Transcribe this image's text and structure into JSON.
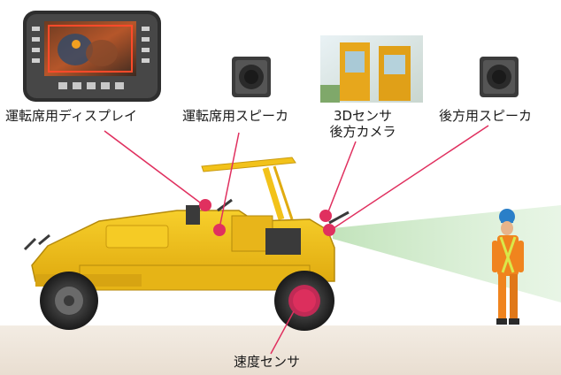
{
  "labels": {
    "driver_display": "運転席用ディスプレイ",
    "driver_speaker": "運転席用スピーカ",
    "sensor_camera_line1": "3Dセンサ",
    "sensor_camera_line2": "後方カメラ",
    "rear_speaker": "後方用スピーカ",
    "speed_sensor": "速度センサ"
  },
  "colors": {
    "machine_yellow": "#f2c21a",
    "machine_dark": "#2b2b2b",
    "marker": "#e0305f",
    "leader_line": "#e0305f",
    "detection_zone": "#cfe9c8",
    "ground": "#efe7dd",
    "worker_vest": "#f0841e",
    "worker_helmet": "#2a7fc8"
  }
}
